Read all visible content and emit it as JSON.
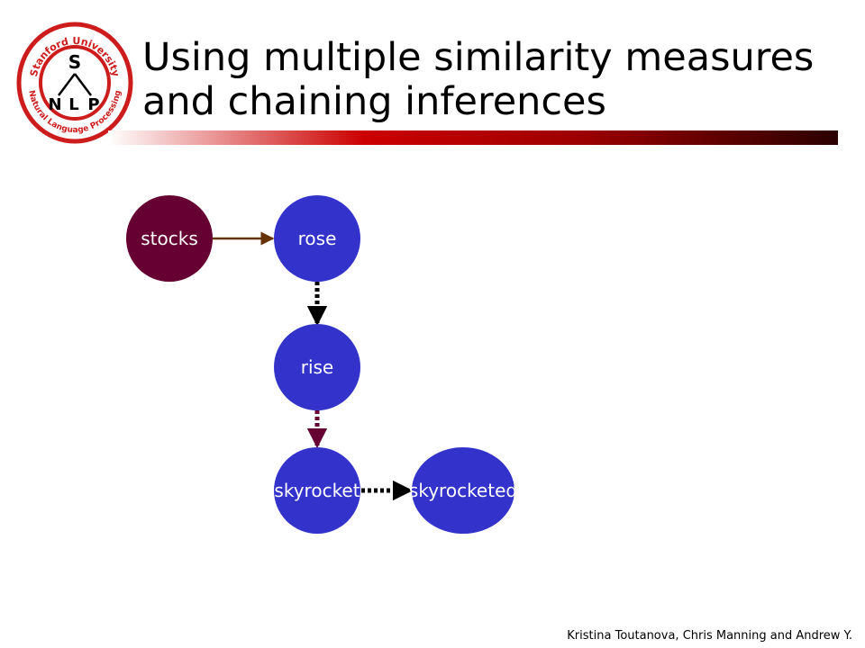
{
  "title": {
    "line1": "Using multiple similarity measures",
    "line2": "and chaining inferences"
  },
  "logo": {
    "arc_top": "Stanford University",
    "arc_bottom": "Natural Language Processing",
    "letters": [
      "S",
      "N",
      "L",
      "P"
    ]
  },
  "colors": {
    "logo_red": "#cc1c1c",
    "rule_red": "#cc0000",
    "node_blue": "#3333cc",
    "node_maroon": "#660033",
    "edge_brown": "#663300",
    "edge_maroon": "#660033",
    "edge_black": "#000000"
  },
  "nodes": [
    {
      "id": "stocks",
      "label": "stocks",
      "color": "#660033"
    },
    {
      "id": "rose",
      "label": "rose",
      "color": "#3333cc"
    },
    {
      "id": "rise",
      "label": "rise",
      "color": "#3333cc"
    },
    {
      "id": "skyrocket",
      "label": "skyrocket",
      "color": "#3333cc"
    },
    {
      "id": "skyrocketed",
      "label": "skyrocketed",
      "color": "#3333cc"
    }
  ],
  "edges": [
    {
      "from": "stocks",
      "to": "rose",
      "style": "solid",
      "color": "#663300"
    },
    {
      "from": "rose",
      "to": "rise",
      "style": "dotted",
      "color": "#000000"
    },
    {
      "from": "rise",
      "to": "skyrocket",
      "style": "dotted",
      "color": "#660033"
    },
    {
      "from": "skyrocket",
      "to": "skyrocketed",
      "style": "dotted",
      "color": "#000000"
    }
  ],
  "footer": "Kristina Toutanova,  Chris Manning and Andrew Y."
}
